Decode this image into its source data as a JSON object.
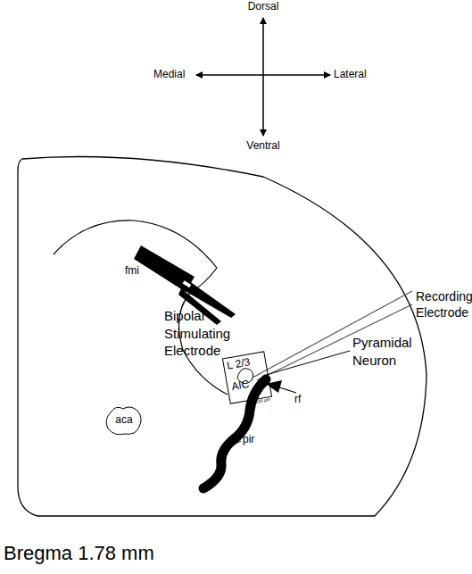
{
  "diagram": {
    "caption": "Bregma 1.78 mm",
    "nodes": [
      {
        "text": [
          "L 2/3",
          "AIC"
        ]
      },
      {
        "text": [
          "aca"
        ]
      }
    ],
    "labels": [
      "Dorsal",
      "Medial",
      "Lateral",
      "Ventral",
      "fmi",
      "Bipolar Stimulating Electrode",
      "Recording Electrode",
      "Pyramidal Neuron",
      "100 µm",
      "rf",
      "pir"
    ]
  }
}
